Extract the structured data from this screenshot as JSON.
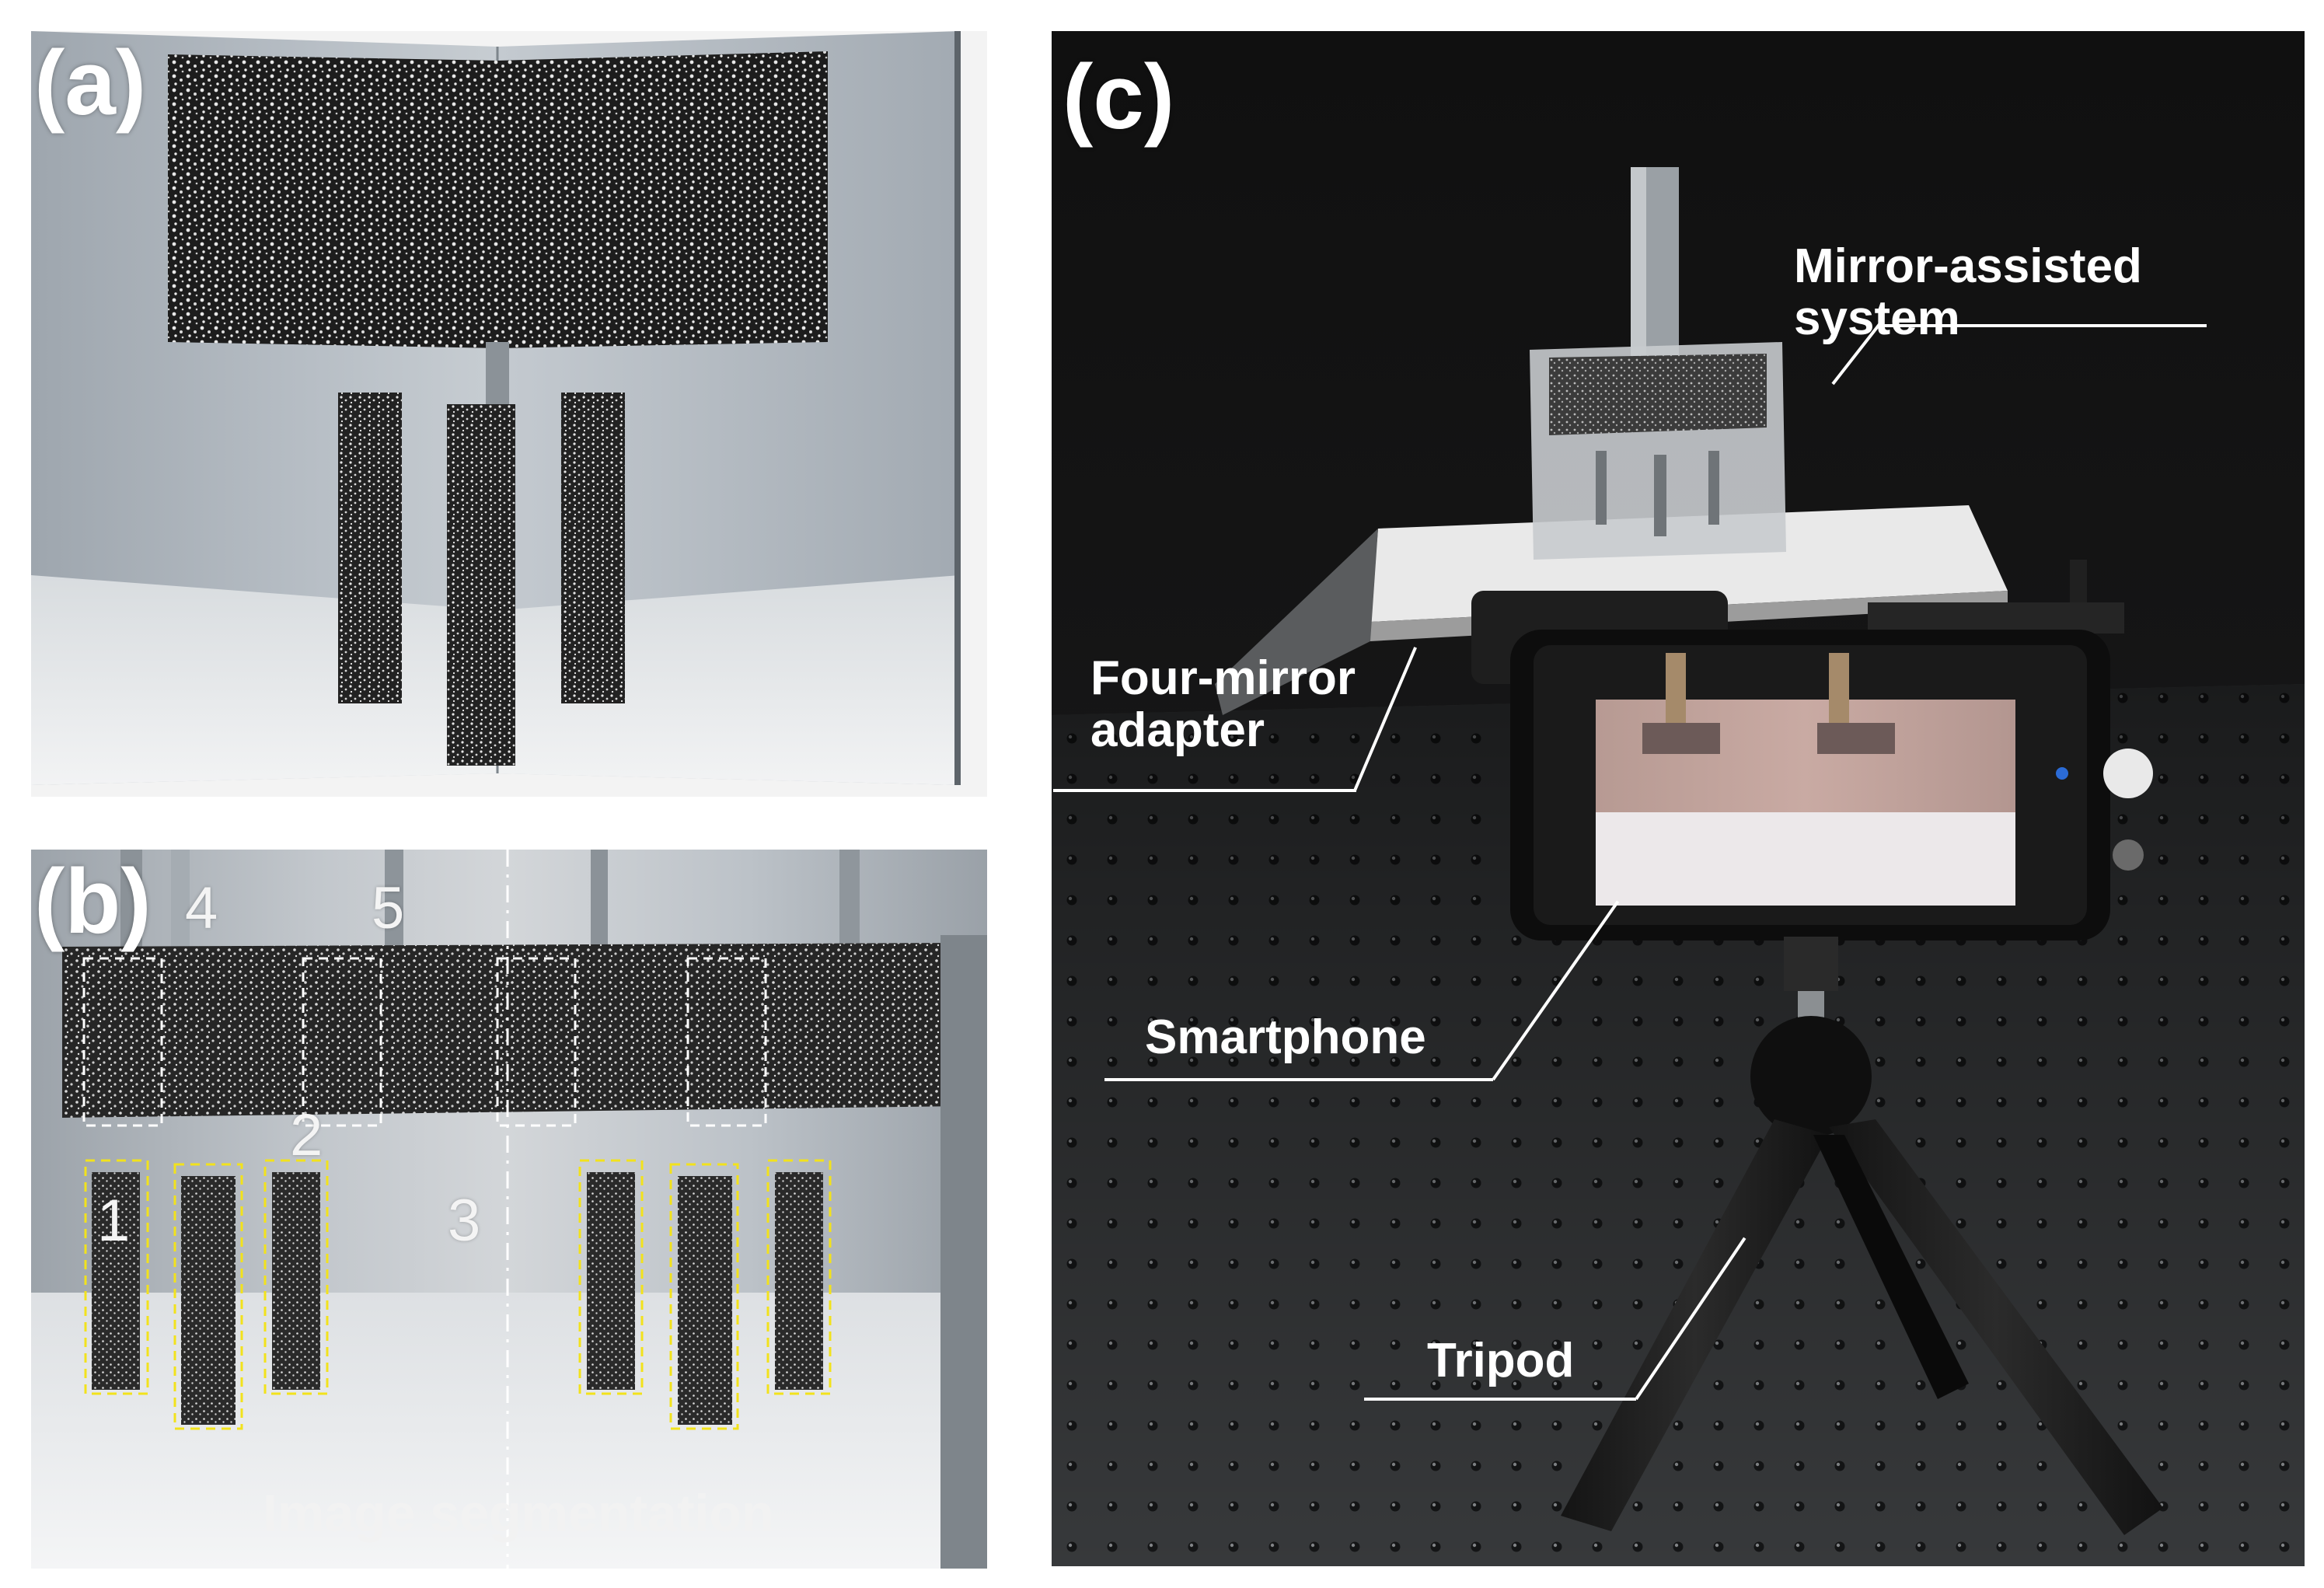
{
  "panels": {
    "a": {
      "label": "(a)"
    },
    "b": {
      "label": "(b)",
      "region_numbers": [
        "1",
        "2",
        "3",
        "4",
        "5"
      ],
      "caption": "Image segmentation"
    },
    "c": {
      "label": "(c)",
      "callouts": {
        "mirror_system": "Mirror-assisted\nsystem",
        "adapter": "Four-mirror\nadapter",
        "smartphone": "Smartphone",
        "tripod": "Tripod"
      }
    }
  },
  "colors": {
    "label_text": "#ffffff",
    "roi_specimen_box": "#f2e21c",
    "roi_backplate_box": "#ffffff",
    "panel_c_background": "#151515"
  }
}
